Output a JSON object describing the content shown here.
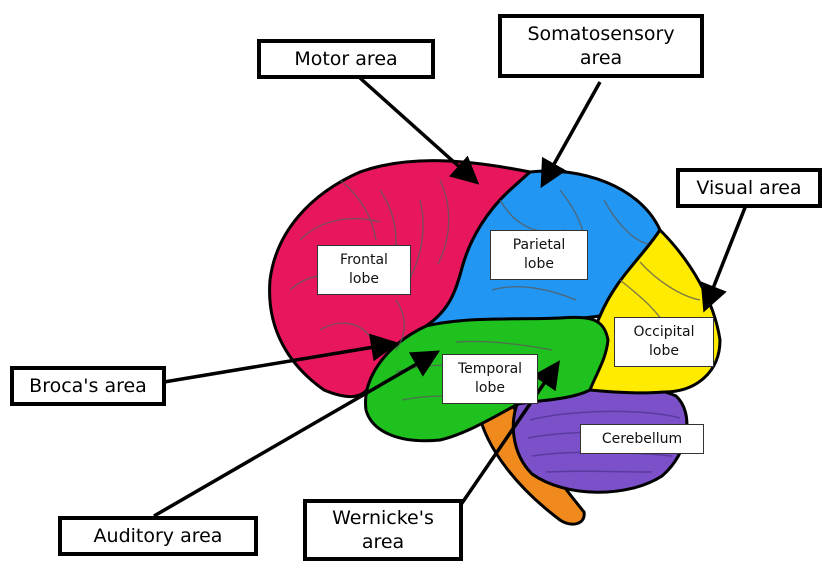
{
  "diagram": {
    "callouts": {
      "motor": "Motor area",
      "somatosensory": "Somatosensory\narea",
      "visual": "Visual area",
      "broca": "Broca's area",
      "auditory": "Auditory area",
      "wernicke": "Wernicke's\narea"
    },
    "lobes": {
      "frontal": "Frontal\nlobe",
      "parietal": "Parietal\nlobe",
      "occipital": "Occipital\nlobe",
      "temporal": "Temporal\nlobe",
      "cerebellum": "Cerebellum"
    },
    "colors": {
      "frontal": "#e8175d",
      "parietal": "#2196f3",
      "occipital": "#ffeb00",
      "temporal": "#1fc11f",
      "cerebellum": "#7b50c8",
      "brainstem": "#f08a1c",
      "outline": "#000000",
      "arrow": "#000000"
    }
  }
}
